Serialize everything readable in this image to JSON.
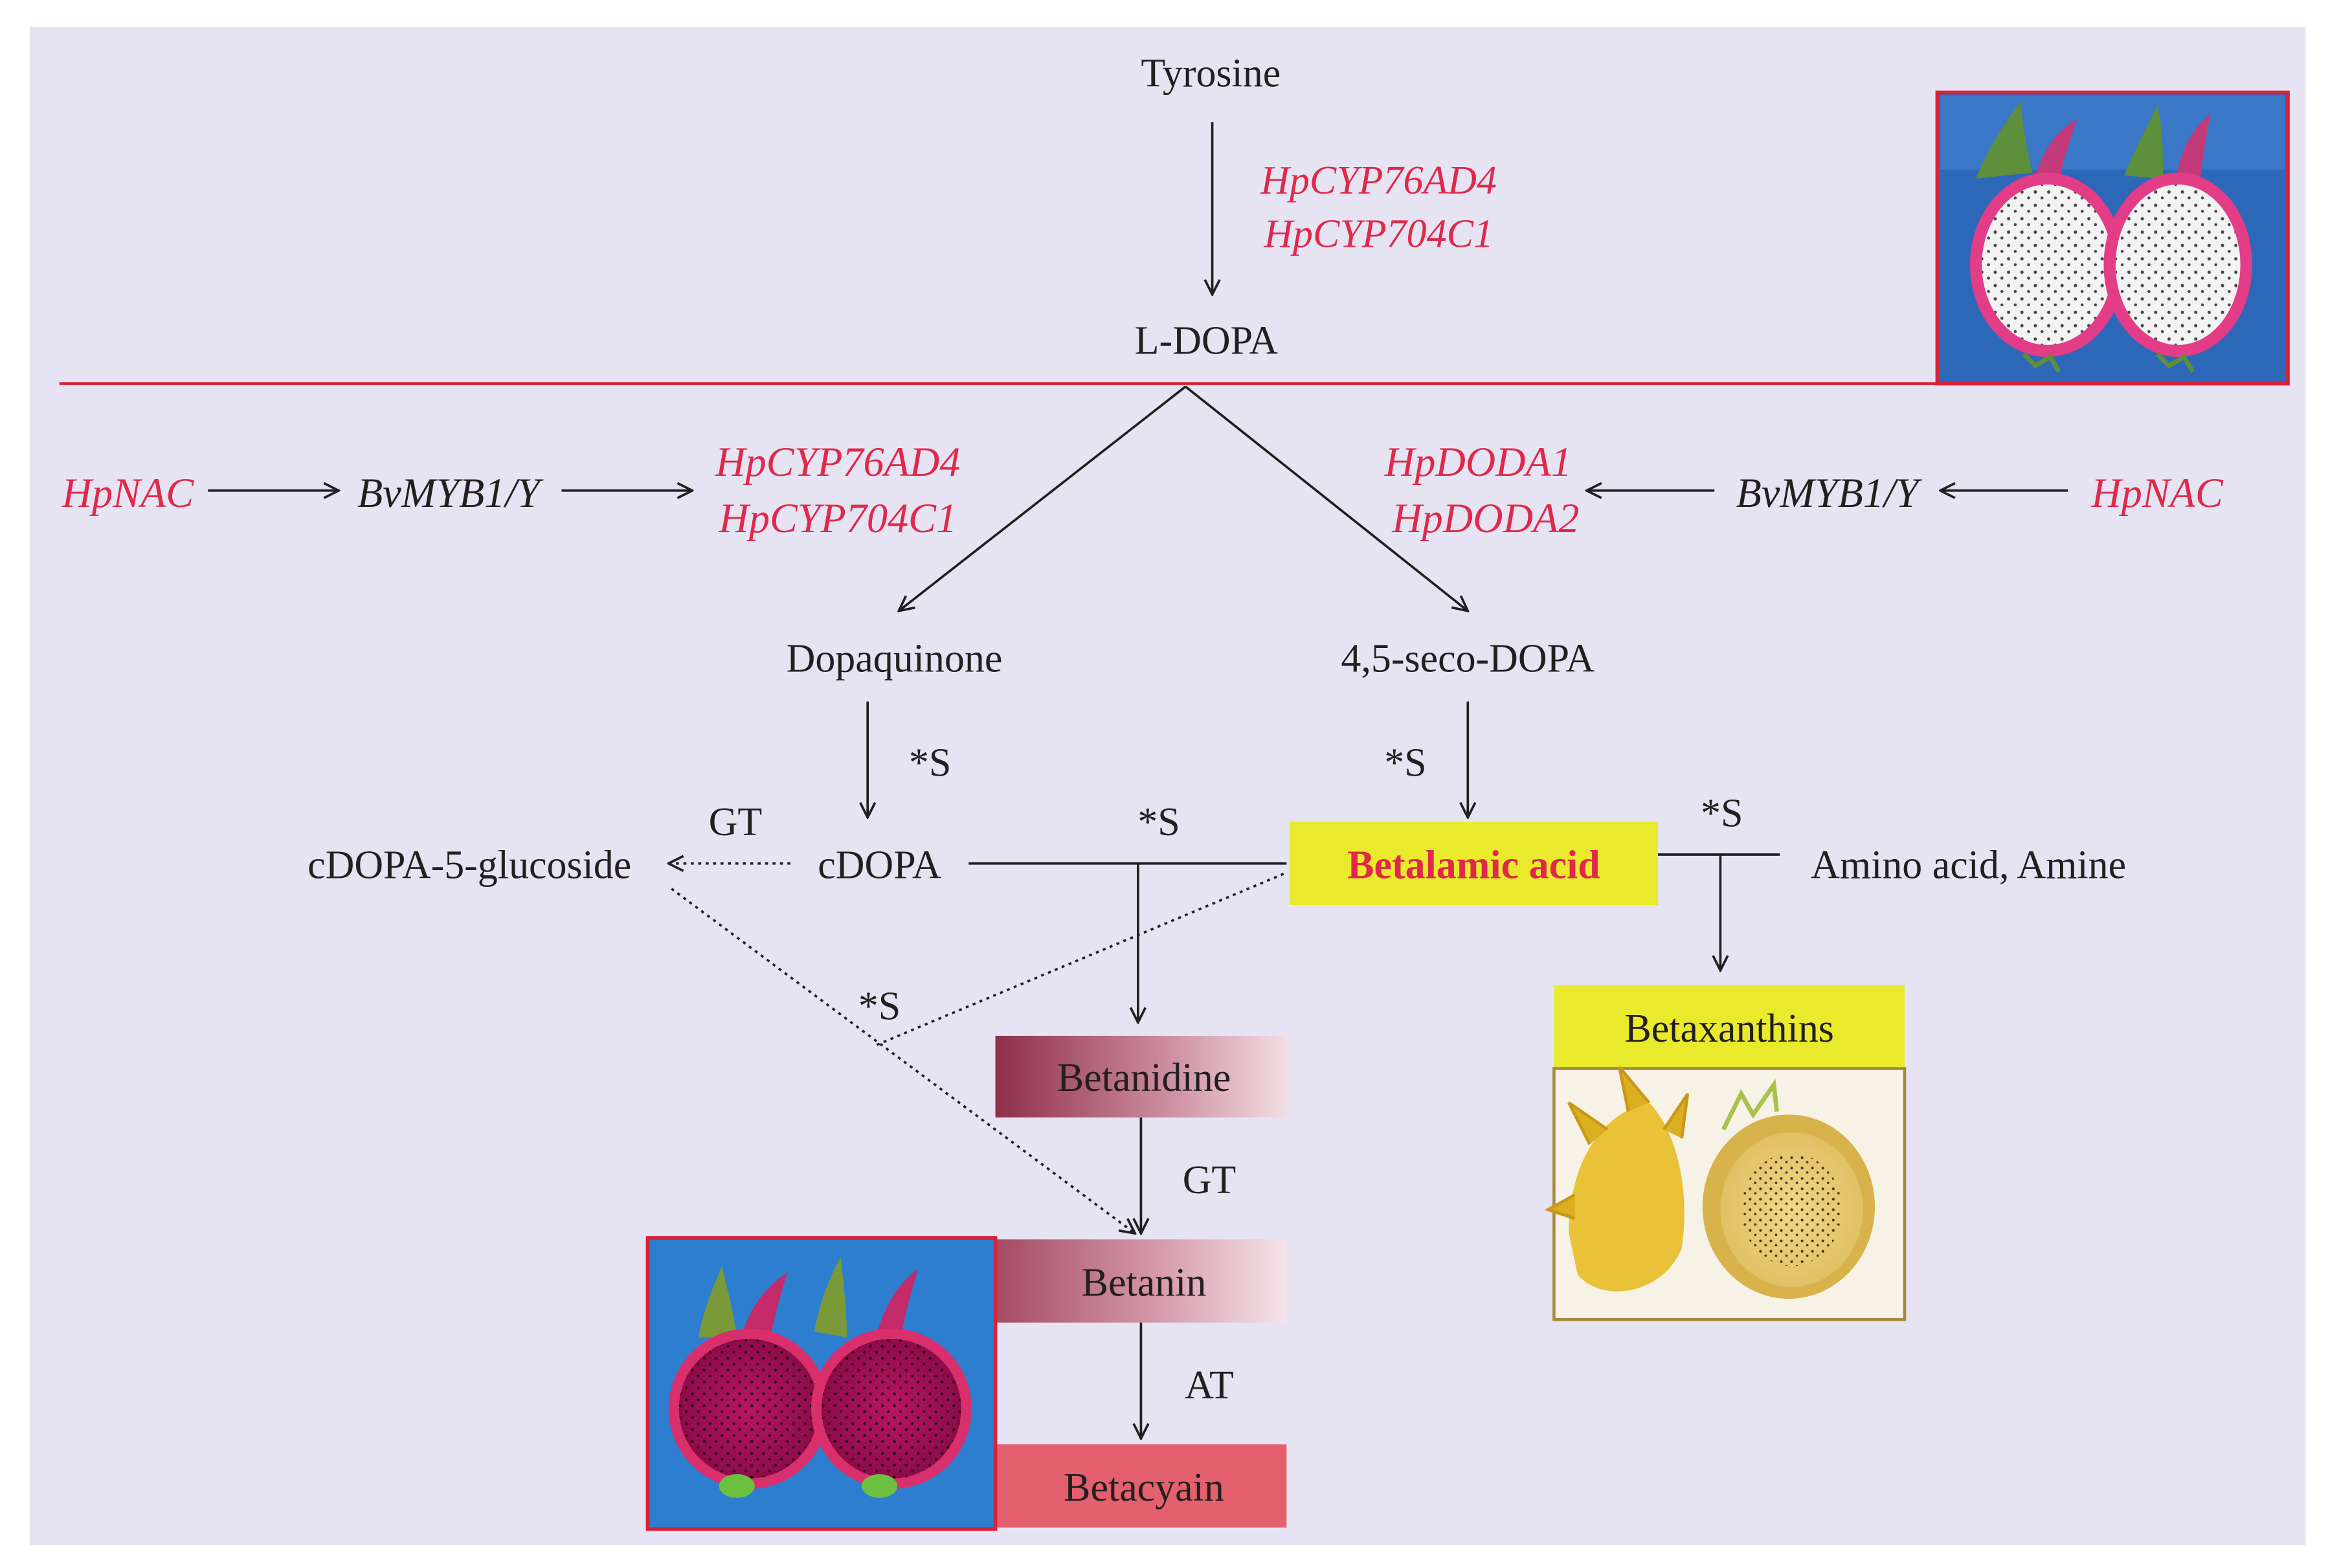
{
  "compounds": {
    "tyrosine": "Tyrosine",
    "l_dopa": "L-DOPA",
    "dopaquinone": "Dopaquinone",
    "seco_dopa": "4,5-seco-DOPA",
    "cdopa": "cDOPA",
    "cdopa_glucoside": "cDOPA-5-glucoside",
    "betalamic_acid": "Betalamic acid",
    "amino_acid": "Amino acid, Amine",
    "betaxanthins": "Betaxanthins",
    "betanidine": "Betanidine",
    "betanin": "Betanin",
    "betacyain": "Betacyain"
  },
  "genes": {
    "top_1": "HpCYP76AD4",
    "top_2": "HpCYP704C1",
    "left_1": "HpCYP76AD4",
    "left_2": "HpCYP704C1",
    "right_1": "HpDODA1",
    "right_2": "HpDODA2"
  },
  "regulators": {
    "left_nac": "HpNAC",
    "left_myb": "BvMYB1/Y",
    "right_myb": "BvMYB1/Y",
    "right_nac": "HpNAC"
  },
  "step_labels": {
    "s_dopaquinone": "*S",
    "s_seco": "*S",
    "s_condense": "*S",
    "s_diag": "*S",
    "s_betaxanthin": "*S",
    "gt_glucoside": "GT",
    "gt_betanin": "GT",
    "at_betacyain": "AT"
  },
  "photos": {
    "white_fruit": "white-fleshed pitaya halves",
    "yellow_fruit": "yellow pitaya halves",
    "red_fruit": "red-fleshed pitaya halves"
  },
  "colors": {
    "background": "#e6e4f3",
    "gene_text": "#e0294a",
    "highlight_yellow": "#eaea2d",
    "betanidine_box": "#b0546a",
    "betacyain_box": "#e4606e",
    "divider": "#d6233a"
  }
}
